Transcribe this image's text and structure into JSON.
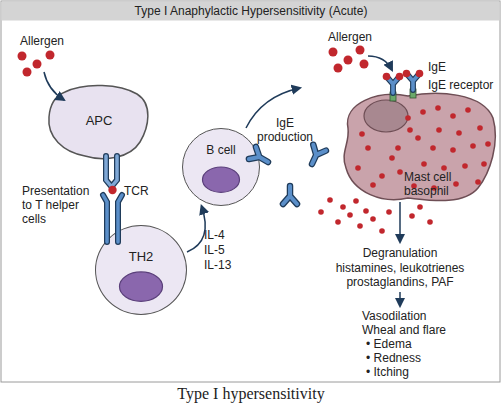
{
  "diagram": {
    "title": "Type I Anaphylactic Hypersensitivity (Acute)",
    "caption": "Type I hypersensitivity",
    "nodes": [
      {
        "text": [
          "APC"
        ]
      },
      {
        "text": [
          "TH2"
        ]
      },
      {
        "text": [
          "B cell"
        ]
      },
      {
        "text": [
          "Mast cell basophil"
        ]
      }
    ],
    "edges": [
      {
        "from": 1,
        "to": 2,
        "arrow": "to"
      }
    ],
    "labels": [
      "Allergen",
      "Presentation to T helper cells",
      "TCR",
      "IL-4",
      "IL-5",
      "IL-13",
      "IgE production",
      "Allergen",
      "IgE",
      "IgE receptor",
      "Degranulation",
      "histamines, leukotrienes prostaglandins, PAF",
      "Vasodilation",
      "Wheal and flare",
      "• Edema",
      "• Redness",
      "• Itching"
    ]
  }
}
